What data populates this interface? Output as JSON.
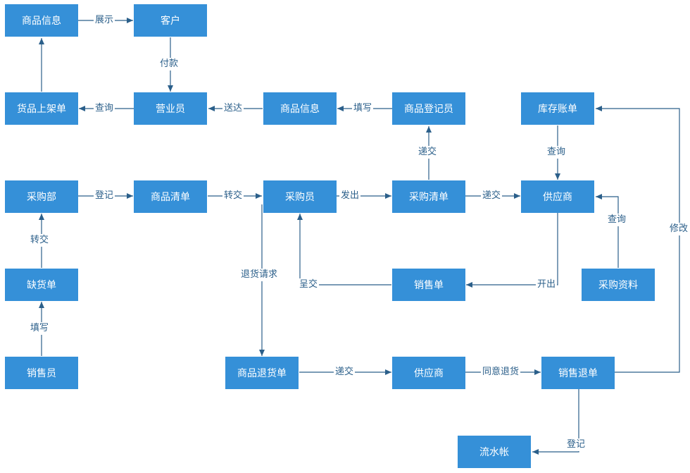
{
  "nodes": {
    "goods_info_top": "商品信息",
    "customer": "客户",
    "shelf_sheet": "货品上架单",
    "clerk": "营业员",
    "goods_info_mid": "商品信息",
    "goods_registrar": "商品登记员",
    "stock_ledger": "库存账单",
    "purchase_dept": "采购部",
    "goods_list": "商品清单",
    "buyer": "采购员",
    "purchase_list": "采购清单",
    "supplier": "供应商",
    "shortage_sheet": "缺货单",
    "sales_sheet": "销售单",
    "purchase_data": "采购资料",
    "salesperson": "销售员",
    "return_sheet": "商品退货单",
    "supplier_2": "供应商",
    "sales_return": "销售退单",
    "journal": "流水帐"
  },
  "edges": {
    "show": "展示",
    "pay": "付款",
    "query_left": "查询",
    "deliver": "送达",
    "fill_in_top": "填写",
    "submit_registrar": "递交",
    "query_stock": "查询",
    "register_left": "登记",
    "transfer_right": "转交",
    "issue": "发出",
    "submit_supplier": "递交",
    "query_data": "查询",
    "modify": "修改",
    "transfer_up": "转交",
    "return_request": "退货请求",
    "present": "呈交",
    "open": "开出",
    "fill_in_bottom": "填写",
    "submit_bottom": "递交",
    "agree_return": "同意退货",
    "register_bottom": "登记"
  }
}
